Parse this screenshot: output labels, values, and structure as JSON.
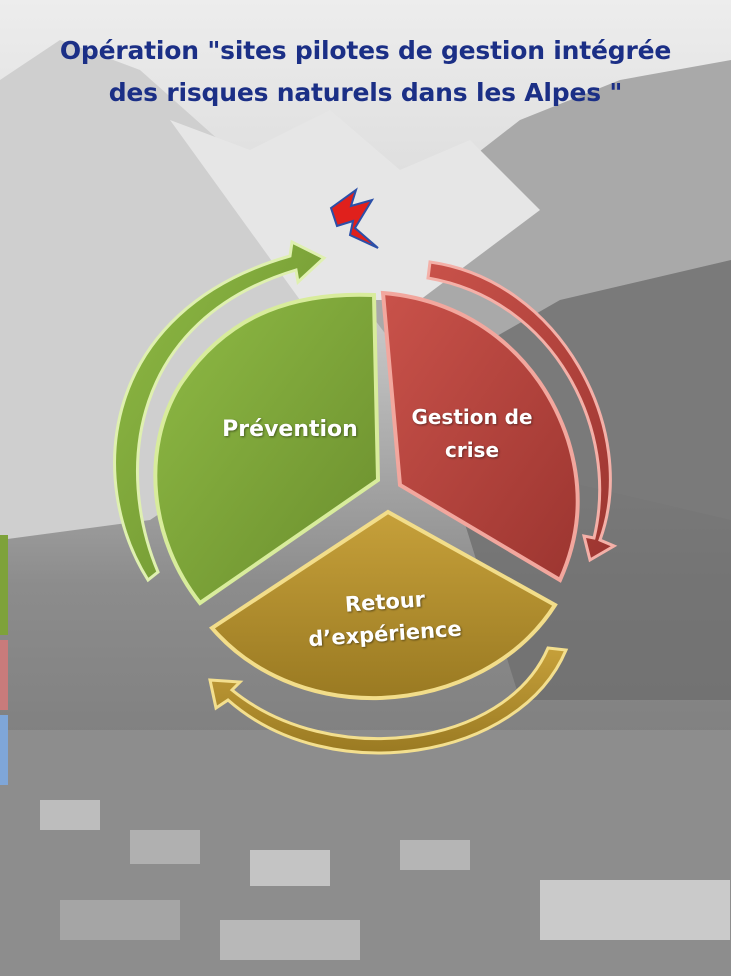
{
  "title": {
    "line1": "Opération \"sites pilotes de gestion intégrée",
    "line2": "des risques naturels dans les Alpes \""
  },
  "segments": {
    "prevention": "Prévention",
    "gestion_line1": "Gestion  de",
    "gestion_line2": "crise",
    "retour_line1": "Retour",
    "retour_line2": "d’expérience"
  },
  "colors": {
    "title": "#1b2f86",
    "prevention": "#7ea23a",
    "gestion": "#b2413a",
    "retour": "#ad8b2c",
    "lightning": "#e0201c"
  }
}
